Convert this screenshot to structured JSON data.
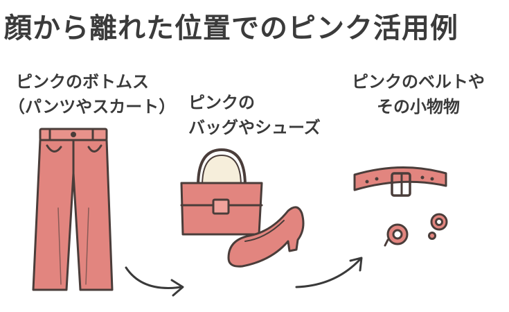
{
  "title": "顔から離れた位置でのピンク活用例",
  "items": [
    {
      "line1": "ピンクのボトムス",
      "line2": "（パンツやスカート）",
      "icon": "pants-icon"
    },
    {
      "line1": "ピンクの",
      "line2": "バッグやシューズ",
      "icon": "handbag-icon"
    },
    {
      "line1": "ピンクのベルトや",
      "line2": "その小物物",
      "icon": "belt-icon"
    }
  ],
  "colors": {
    "pink_fill": "#e2857f",
    "pink_light": "#f0a29b",
    "outline": "#4a3d3a",
    "cream": "#f6eedb",
    "text": "#3a3a3a"
  }
}
